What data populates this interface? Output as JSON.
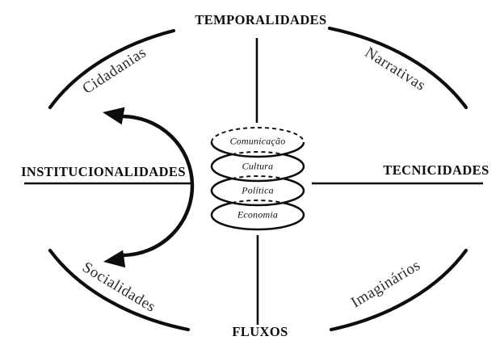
{
  "diagram": {
    "axes": {
      "top": "TEMPORALIDADES",
      "right": "TECNICIDADES",
      "bottom": "FLUXOS",
      "left": "INSTITUCIONALIDADES"
    },
    "quadrants": {
      "top_left": "Cidadanias",
      "top_right": "Narrativas",
      "bottom_left": "Socialidades",
      "bottom_right": "Imaginários"
    },
    "stack": {
      "layers": [
        "Comunicação",
        "Cultura",
        "Política",
        "Economia"
      ]
    },
    "colors": {
      "ink": "#0d0d0d",
      "quadrant_text": "#2b2b2b",
      "background": "#ffffff"
    }
  }
}
